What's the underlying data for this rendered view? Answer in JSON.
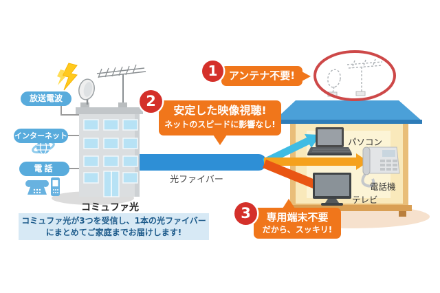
{
  "sources": [
    {
      "label": "放送電波"
    },
    {
      "label": "インターネット"
    },
    {
      "label": "電話"
    }
  ],
  "building": {
    "label": "コミュファ光"
  },
  "fiber": {
    "label": "光ファイバー"
  },
  "devices": [
    {
      "label": "パソコン"
    },
    {
      "label": "電話機"
    },
    {
      "label": "テレビ"
    }
  ],
  "callouts": [
    {
      "number": "1",
      "lines": [
        "アンテナ不要!"
      ]
    },
    {
      "number": "2",
      "lines": [
        "安定した映像視聴!",
        "ネットのスピードに影響なし!"
      ]
    },
    {
      "number": "3",
      "lines": [
        "専用端末不要",
        "だから、スッキリ!"
      ]
    }
  ],
  "footer": {
    "line1": "コミュファ光が3つを受信し、1本の光ファイバー",
    "line2": "にまとめてご家庭までお届けします!"
  },
  "icons": [
    "satellite-dish-icon",
    "tv-antenna-icon",
    "lightning-icon",
    "globe-icon",
    "phone-devices-icon",
    "crossed-out-antenna-icon",
    "laptop-icon",
    "desk-phone-icon",
    "tv-icon",
    "arrow-internet-icon",
    "arrow-phone-icon",
    "arrow-tv-icon"
  ],
  "colors": {
    "pill_blue": "#58ABDC",
    "bubble_orange": "#F0761B",
    "badge_red": "#D4302A",
    "fiber_blue": "#2E8FD6",
    "arrow_cyan": "#3FBCE4",
    "arrow_orange": "#F5A11D",
    "arrow_red": "#E95513",
    "roof_blue": "#4BA0D8",
    "house_wall": "#F9E9BB",
    "footer_bg": "#D7E9F5",
    "footer_text": "#1C5A8A"
  }
}
